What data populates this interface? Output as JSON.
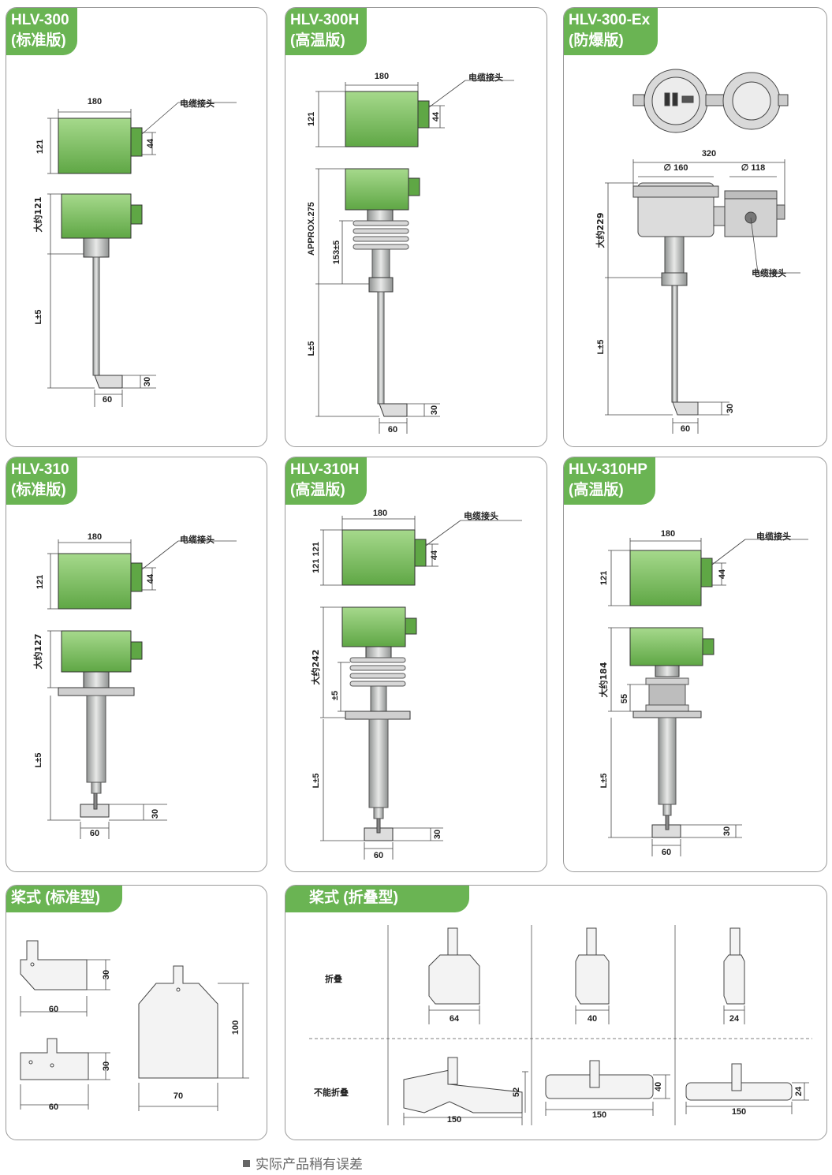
{
  "panels": [
    {
      "model": "HLV-300",
      "variant": "(标准版)",
      "w": "180",
      "h": "121",
      "conn": "电缆接头",
      "conn_h": "44",
      "neck": "大约121",
      "L": "L±5",
      "pw": "60",
      "ph": "30"
    },
    {
      "model": "HLV-300H",
      "variant": "(高温版)",
      "w": "180",
      "h": "121",
      "conn": "电缆接头",
      "conn_h": "44",
      "approx": "APPROX.275",
      "fin": "153±5",
      "L": "L±5",
      "pw": "60",
      "ph": "30"
    },
    {
      "model": "HLV-300-Ex",
      "variant": "(防爆版)",
      "total": "320",
      "d1": "∅ 160",
      "d2": "∅ 118",
      "neck": "大约229",
      "conn": "电缆接头",
      "L": "L±5",
      "pw": "60",
      "ph": "30"
    },
    {
      "model": "HLV-310",
      "variant": "(标准版)",
      "w": "180",
      "h": "121",
      "conn": "电缆接头",
      "conn_h": "44",
      "neck": "大约127",
      "L": "L±5",
      "pw": "60",
      "ph": "30"
    },
    {
      "model": "HLV-310H",
      "variant": "(高温版)",
      "w": "180",
      "h": "121 121",
      "conn": "电缆接头",
      "conn_h": "44",
      "neck": "大约242",
      "fin": "±5",
      "L": "L±5",
      "pw": "60",
      "ph": "30"
    },
    {
      "model": "HLV-310HP",
      "variant": "(高温版)",
      "w": "180",
      "h": "121",
      "conn": "电缆接头",
      "conn_h": "44",
      "neck": "大约184",
      "fin": "55",
      "L": "L±5",
      "pw": "60",
      "ph": "30"
    }
  ],
  "paddle_std": {
    "title": "桨式 (标准型)",
    "a_w": "60",
    "a_h": "30",
    "b_w": "60",
    "b_h": "30",
    "c_w": "70",
    "c_h": "100"
  },
  "paddle_fold": {
    "title": "桨式 (折叠型)",
    "row1": "折叠",
    "row2": "不能折叠",
    "f1": "64",
    "f2": "40",
    "f3": "24",
    "n1": "150",
    "n1h": "52",
    "n2": "150",
    "n2h": "40",
    "n3": "150",
    "n3h": "24"
  },
  "footer": "实际产品稍有误差",
  "colors": {
    "green": "#6ab453",
    "housing": "#7dc25c",
    "steel": "#c7c9c8"
  }
}
